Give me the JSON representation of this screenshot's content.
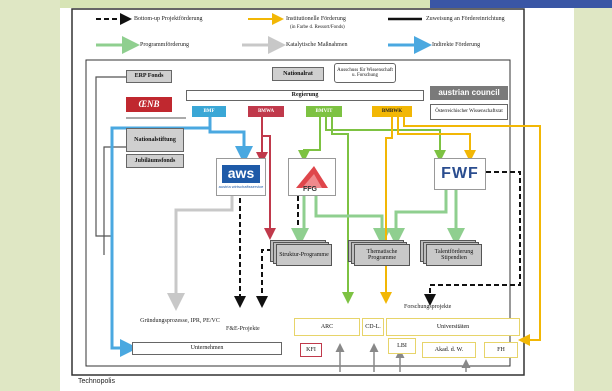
{
  "legend": {
    "bottom_up": "Bottom-up Projektförderung",
    "institutionell": "Institutionelle Förderung",
    "institutionell_sub": "(in Farbe d. Ressort/Fonds)",
    "zuweisung": "Zuweisung an Fördereinrichtung",
    "programm": "Programmförderung",
    "katalytisch": "Katalytische Maßnahmen",
    "indirekt": "Indirekte Förderung"
  },
  "nodes": {
    "erp": "ERP Fonds",
    "onb": "ŒNB",
    "nationalstiftung": "Nationalstiftung",
    "jubilaeumsfonds": "Jubiläumsfonds",
    "nationalrat": "Nationalrat",
    "ausschuss": "Ausschuss für Wissenschaft u. Forschung",
    "austrian_council": "austrian council",
    "regierung": "Regierung",
    "rat": "Österreichischer Wissenschaftsrat",
    "bmf": "BMF",
    "bmwa": "BMWA",
    "bmvit": "BMVIT",
    "bmbwk": "BMBWK",
    "aws": "aws",
    "aws_sub": "austria wirtschaftsservice",
    "ffg": "FFG",
    "fwf": "FWF",
    "struktur": "Struktur-Programme",
    "thematische": "Thematische Programme",
    "talent": "Talentförderung Stipendien",
    "gruendung": "Gründungsprozesse, IPR, PE/VC",
    "fue": "F&E-Projekte",
    "forschungsprojekte": "Forschungsprojekte",
    "unternehmen": "Unternehmen",
    "arc": "ARC",
    "cdl": "CD-L.",
    "kfi": "KFI",
    "lbi": "LBI",
    "universitaeten": "Universitäten",
    "akad": "Akad. d. W.",
    "fh": "FH"
  },
  "colors": {
    "zuweisung": "#111111",
    "institutionell": "#f2b705",
    "programm": "#8fcf8f",
    "katalytisch": "#c8c8c8",
    "indirekt": "#4aa8e0",
    "bmf": "#3aa7d6",
    "bmwa": "#c0394b",
    "bmvit": "#7dc242",
    "bmbwk": "#f2b705",
    "onb_red": "#c0282f",
    "aws_blue": "#1e5aa8",
    "ffg_red": "#d9262b"
  },
  "footer": "Technopolis"
}
